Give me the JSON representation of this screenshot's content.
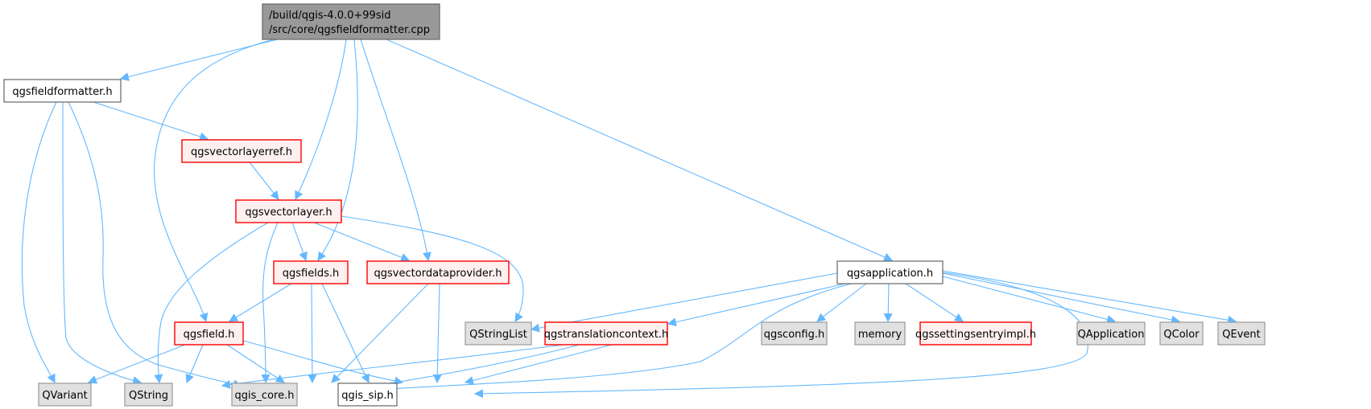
{
  "diagram": {
    "title": "Include dependency graph for qgsfieldformatter.cpp",
    "colors": {
      "edge": "#63b8ff",
      "root_fill": "#999999",
      "root_stroke": "#666666",
      "documented_fill": "#ffffff",
      "documented_stroke": "#666666",
      "red_fill": "#fff0f0",
      "red_stroke": "#ff0000",
      "external_fill": "#e0e0e0",
      "external_stroke": "#999999"
    },
    "nodes": [
      {
        "id": "root",
        "lines": [
          "/build/qgis-4.0.0+99sid",
          "/src/core/qgsfieldformatter.cpp"
        ],
        "kind": "root"
      },
      {
        "id": "qgsfieldformatter",
        "lines": [
          "qgsfieldformatter.h"
        ],
        "kind": "documented"
      },
      {
        "id": "qgsvectorlayerref",
        "lines": [
          "qgsvectorlayerref.h"
        ],
        "kind": "red"
      },
      {
        "id": "qgsvectorlayer",
        "lines": [
          "qgsvectorlayer.h"
        ],
        "kind": "red"
      },
      {
        "id": "qgsfields",
        "lines": [
          "qgsfields.h"
        ],
        "kind": "red"
      },
      {
        "id": "qgsvectordataprovider",
        "lines": [
          "qgsvectordataprovider.h"
        ],
        "kind": "red"
      },
      {
        "id": "qgsfield",
        "lines": [
          "qgsfield.h"
        ],
        "kind": "red"
      },
      {
        "id": "qgsapplication",
        "lines": [
          "qgsapplication.h"
        ],
        "kind": "documented"
      },
      {
        "id": "QStringList",
        "lines": [
          "QStringList"
        ],
        "kind": "external"
      },
      {
        "id": "qgstranslationcontext",
        "lines": [
          "qgstranslationcontext.h"
        ],
        "kind": "red"
      },
      {
        "id": "qgsconfig",
        "lines": [
          "qgsconfig.h"
        ],
        "kind": "external"
      },
      {
        "id": "memory",
        "lines": [
          "memory"
        ],
        "kind": "external"
      },
      {
        "id": "qgssettingsentryimpl",
        "lines": [
          "qgssettingsentryimpl.h"
        ],
        "kind": "red"
      },
      {
        "id": "QApplication",
        "lines": [
          "QApplication"
        ],
        "kind": "external"
      },
      {
        "id": "QColor",
        "lines": [
          "QColor"
        ],
        "kind": "external"
      },
      {
        "id": "QEvent",
        "lines": [
          "QEvent"
        ],
        "kind": "external"
      },
      {
        "id": "QVariant",
        "lines": [
          "QVariant"
        ],
        "kind": "external"
      },
      {
        "id": "QString",
        "lines": [
          "QString"
        ],
        "kind": "external"
      },
      {
        "id": "qgis_core",
        "lines": [
          "qgis_core.h"
        ],
        "kind": "external"
      },
      {
        "id": "qgis_sip",
        "lines": [
          "qgis_sip.h"
        ],
        "kind": "documented"
      }
    ],
    "edges": [
      [
        "root",
        "qgsfieldformatter"
      ],
      [
        "root",
        "qgsfield"
      ],
      [
        "root",
        "qgsvectorlayer"
      ],
      [
        "root",
        "qgsfields"
      ],
      [
        "root",
        "qgsvectordataprovider"
      ],
      [
        "root",
        "qgsapplication"
      ],
      [
        "qgsfieldformatter",
        "qgsvectorlayerref"
      ],
      [
        "qgsfieldformatter",
        "QVariant"
      ],
      [
        "qgsfieldformatter",
        "QString"
      ],
      [
        "qgsfieldformatter",
        "qgis_core"
      ],
      [
        "qgsvectorlayerref",
        "qgsvectorlayer"
      ],
      [
        "qgsvectorlayer",
        "qgsfields"
      ],
      [
        "qgsvectorlayer",
        "qgsvectordataprovider"
      ],
      [
        "qgsvectorlayer",
        "QString"
      ],
      [
        "qgsvectorlayer",
        "qgis_core"
      ],
      [
        "qgsvectorlayer",
        "QStringList"
      ],
      [
        "qgsfields",
        "qgsfield"
      ],
      [
        "qgsfields",
        "qgis_core"
      ],
      [
        "qgsfields",
        "qgis_sip"
      ],
      [
        "qgsvectordataprovider",
        "qgis_core"
      ],
      [
        "qgsvectordataprovider",
        "qgis_sip"
      ],
      [
        "qgsfield",
        "QVariant"
      ],
      [
        "qgsfield",
        "QString"
      ],
      [
        "qgsfield",
        "qgis_core"
      ],
      [
        "qgsfield",
        "qgis_sip"
      ],
      [
        "qgsapplication",
        "QStringList"
      ],
      [
        "qgsapplication",
        "qgstranslationcontext"
      ],
      [
        "qgsapplication",
        "qgsconfig"
      ],
      [
        "qgsapplication",
        "memory"
      ],
      [
        "qgsapplication",
        "qgssettingsentryimpl"
      ],
      [
        "qgsapplication",
        "QApplication"
      ],
      [
        "qgsapplication",
        "QColor"
      ],
      [
        "qgsapplication",
        "QEvent"
      ],
      [
        "qgsapplication",
        "qgis_core"
      ],
      [
        "qgsapplication",
        "qgis_sip"
      ],
      [
        "qgstranslationcontext",
        "QString"
      ],
      [
        "qgstranslationcontext",
        "qgis_core"
      ],
      [
        "qgstranslationcontext",
        "qgis_sip"
      ]
    ]
  }
}
